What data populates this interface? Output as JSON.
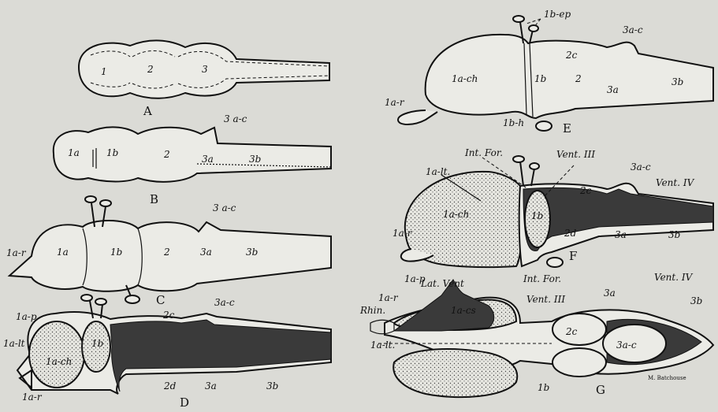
{
  "figures": {
    "A": {
      "letter": "A",
      "parts": [
        "1",
        "2",
        "3"
      ]
    },
    "B": {
      "letter": "B",
      "parts": [
        "1a",
        "1b",
        "2",
        "3a",
        "3b",
        "3 a-c"
      ]
    },
    "C": {
      "letter": "C",
      "parts": [
        "1a-r",
        "1a",
        "1b",
        "2",
        "3a",
        "3b",
        "3 a-c"
      ]
    },
    "D": {
      "letter": "D",
      "parts": [
        "1a-p",
        "1a-lt",
        "1a-ch",
        "1b",
        "2c",
        "3a-c",
        "2d",
        "3a",
        "3b",
        "1a-r"
      ]
    },
    "E": {
      "letter": "E",
      "parts": [
        "1b-ep",
        "3a-c",
        "1a-ch",
        "1b",
        "2c",
        "2",
        "3a",
        "3b",
        "1a-r",
        "1b-h"
      ]
    },
    "F": {
      "letter": "F",
      "parts": [
        "Int. For.",
        "Vent. III",
        "1a-lt.",
        "3a-c",
        "2c",
        "Vent. IV",
        "1a-ch",
        "1b",
        "1a r",
        "2d",
        "3a",
        "3b"
      ]
    },
    "G": {
      "letter": "G",
      "parts": [
        "Lat. Vent",
        "Int. For.",
        "1a-p",
        "1a-r",
        "Rhin.",
        "1a-cs",
        "Vent. III",
        "3a",
        "Vent. IV",
        "3b",
        "2c",
        "1a-lt.",
        "3a-c",
        "1b"
      ]
    }
  },
  "signature": "M. Batchouse"
}
